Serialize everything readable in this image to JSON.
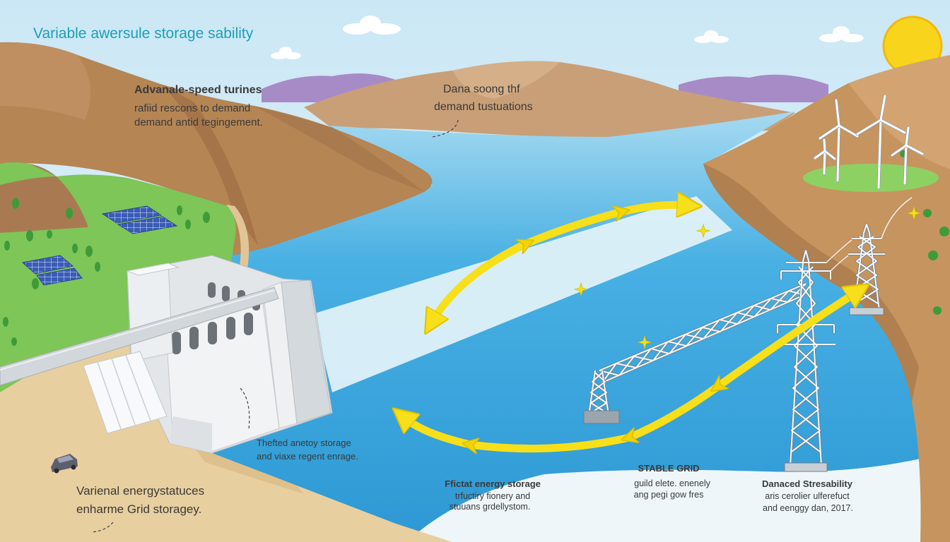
{
  "title": "Variable awersule storage sability",
  "callouts": {
    "turbines": {
      "heading": "Advanale-speed turines",
      "lines": [
        "rafiid rescons to demand",
        "demand antid tegingement."
      ]
    },
    "demand": {
      "lines": [
        "Dana soong thf",
        "demand tustuations"
      ]
    },
    "storage_note": {
      "lines": [
        "Thefted anetoy storage",
        "and viaxe regent enrage."
      ]
    },
    "grid_storage": {
      "lines": [
        "Varienal energystatuces",
        "enharme Grid storagey."
      ]
    },
    "efficient_storage": {
      "heading": "Ffictat energy storage",
      "lines": [
        "trfuctiry fionery and",
        "stuuans grdellystom."
      ]
    },
    "stable_grid": {
      "heading": "STABLE GRID",
      "lines": [
        "guild elete. enenely",
        "ang pegi gow fres"
      ]
    },
    "sustainability": {
      "heading": "Danaced Stresability",
      "lines": [
        "aris cerolier ulferefuct",
        "and eenggy dan, 2017."
      ]
    }
  },
  "colors": {
    "title": "#1c9fb6",
    "sky": "#d4ecf7",
    "water": "#3aa6de",
    "flow_arrows": "#f7df1a",
    "sun": "#f8d51c",
    "land_green": "#7dc657",
    "mountain": "#b58554"
  },
  "icons": [
    "sun-icon",
    "cloud-icon",
    "wind-turbine-icon",
    "solar-panel-icon",
    "transmission-tower-icon",
    "dam-icon",
    "car-icon",
    "sparkle-icon",
    "flow-arrow-icon"
  ]
}
